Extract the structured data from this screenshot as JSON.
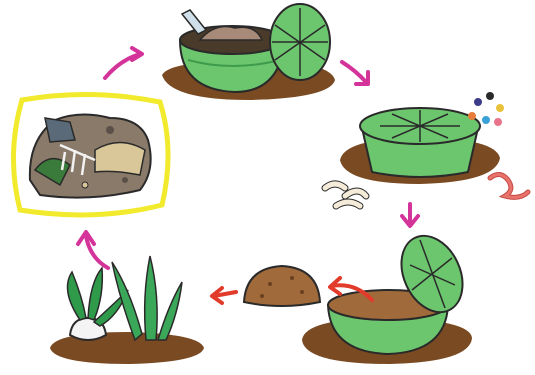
{
  "colors": {
    "bin_green": "#6cc66e",
    "bin_dark": "#3f9b4c",
    "soil": "#7a4a22",
    "waste": "#8a7a6a",
    "highlight": "#f2ea2c",
    "arrow": "#d4349a",
    "arrow_red": "#e23b2b",
    "worm": "#e8736d",
    "larva": "#f4ecd8",
    "compost": "#a06a3a",
    "plant": "#2f9a4a"
  },
  "stages": [
    {
      "id": "food-waste",
      "icon": "food-waste-pile-icon"
    },
    {
      "id": "fill-bin",
      "icon": "compost-bin-open-icon"
    },
    {
      "id": "decompose",
      "icon": "compost-bin-closed-icon"
    },
    {
      "id": "harvest",
      "icon": "compost-bin-harvest-icon"
    },
    {
      "id": "compost",
      "icon": "compost-mound-icon"
    },
    {
      "id": "grow",
      "icon": "vegetables-icon"
    }
  ]
}
